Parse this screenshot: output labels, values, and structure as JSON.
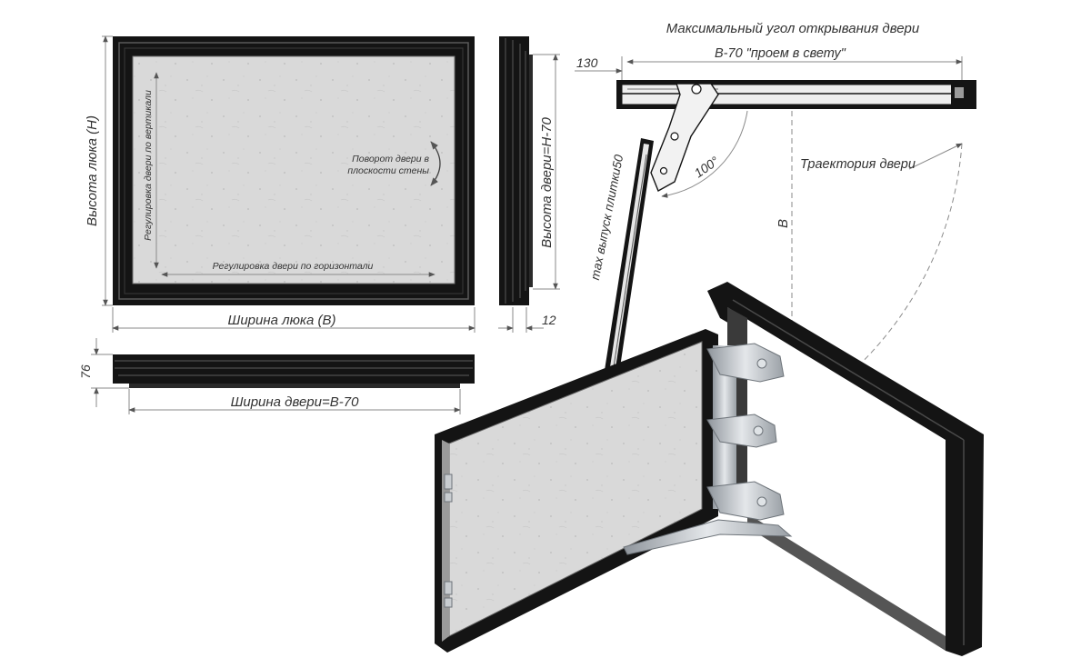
{
  "labels": {
    "max_angle_title": "Максимальный угол открывания двери",
    "clear_opening": "B-70 \"проем в свету\"",
    "dim_130": "130",
    "angle_100": "100°",
    "door_trajectory": "Траектория двери",
    "dim_b": "B",
    "tile_overhang": "max выпуск плитки50",
    "hatch_height": "Высота люка (H)",
    "vertical_adjust": "Регулировка двери по вертикали",
    "rotation_line1": "Поворот двери в",
    "rotation_line2": "плоскости стены",
    "horizontal_adjust": "Регулировка двери по горизонтали",
    "hatch_width": "Ширина люка (B)",
    "door_height": "Высота двери=H-70",
    "dim_12": "12",
    "dim_76": "76",
    "door_width": "Ширина двери=B-70"
  },
  "colors": {
    "frame": "#141414",
    "panel": "#d9d9d9",
    "aluminium": "#b9bec4",
    "text": "#333333",
    "dimension": "#8a8a8a"
  }
}
